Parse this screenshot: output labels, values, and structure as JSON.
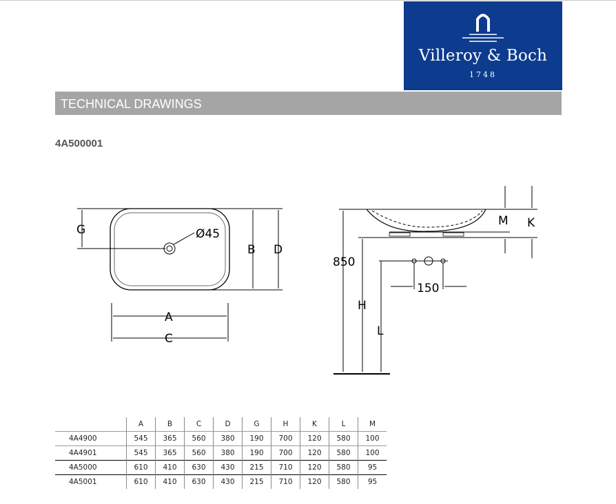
{
  "logo": {
    "brand": "Villeroy & Boch",
    "year": "1748"
  },
  "section_title": "TECHNICAL DRAWINGS",
  "product_code": "4A500001",
  "drawing": {
    "top_view": {
      "G": "G",
      "B": "B",
      "D": "D",
      "A": "A",
      "C": "C",
      "drain": "Ø45"
    },
    "side_view": {
      "M": "M",
      "K": "K",
      "height": "850",
      "H": "H",
      "L": "L",
      "spacing": "150"
    }
  },
  "table": {
    "headers": [
      "",
      "A",
      "B",
      "C",
      "D",
      "G",
      "H",
      "K",
      "L",
      "M"
    ],
    "rows": [
      [
        "4A4900",
        "545",
        "365",
        "560",
        "380",
        "190",
        "700",
        "120",
        "580",
        "100"
      ],
      [
        "4A4901",
        "545",
        "365",
        "560",
        "380",
        "190",
        "700",
        "120",
        "580",
        "100"
      ],
      [
        "4A5000",
        "610",
        "410",
        "630",
        "430",
        "215",
        "710",
        "120",
        "580",
        "95"
      ],
      [
        "4A5001",
        "610",
        "410",
        "630",
        "430",
        "215",
        "710",
        "120",
        "580",
        "95"
      ]
    ]
  }
}
